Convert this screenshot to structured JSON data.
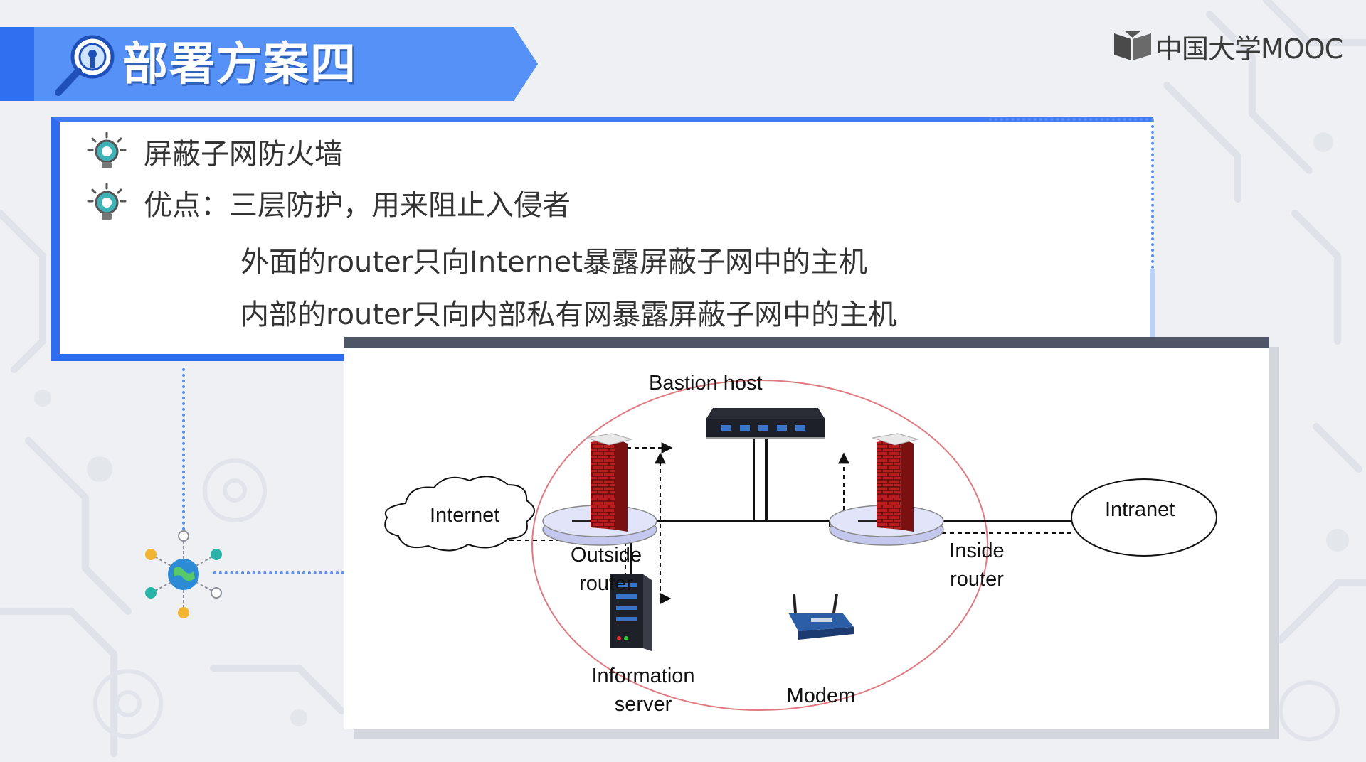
{
  "header": {
    "title": "部署方案四",
    "logo_text": "中国大学MOOC"
  },
  "bullets": [
    {
      "text": "屏蔽子网防火墙"
    },
    {
      "text": "优点：三层防护，用来阻止入侵者"
    }
  ],
  "sub_lines": [
    "外面的router只向Internet暴露屏蔽子网中的主机",
    "内部的router只向内部私有网暴露屏蔽子网中的主机"
  ],
  "diagram": {
    "labels": {
      "bastion": "Bastion host",
      "internet": "Internet",
      "intranet": "Intranet",
      "outside_1": "Outside",
      "outside_2": "router",
      "inside_1": "Inside",
      "inside_2": "router",
      "info_1": "Information",
      "info_2": "server",
      "modem": "Modem"
    }
  },
  "colors": {
    "banner": "#5591f6",
    "banner_dark": "#2f6ff0",
    "card_border": "#2e6cf0",
    "ellipse": "#e07a80",
    "brick": "#b81d1d",
    "router_disk": "#d9dcf5"
  }
}
